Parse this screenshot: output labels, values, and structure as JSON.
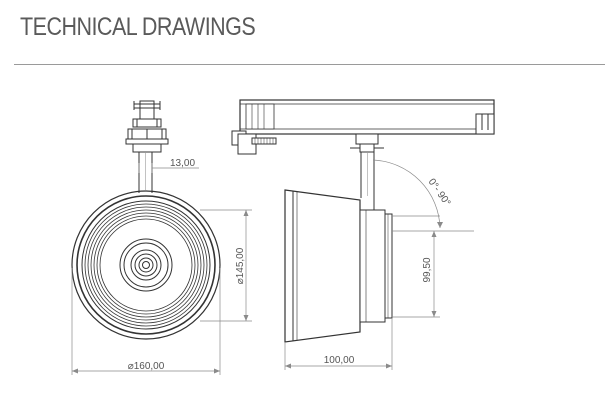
{
  "header": {
    "title": "TECHNICAL DRAWINGS"
  },
  "front_view": {
    "adapter_width": "13,00",
    "height_diameter": "⌀145,00",
    "outer_diameter": "⌀160,00"
  },
  "side_view": {
    "tilt_range": "0°- 90°",
    "head_height": "99,50",
    "head_length": "100,00"
  },
  "colors": {
    "line": "#333333",
    "dim_line": "#8a8a8a",
    "text": "#555555",
    "heading": "#5a5a5a"
  }
}
